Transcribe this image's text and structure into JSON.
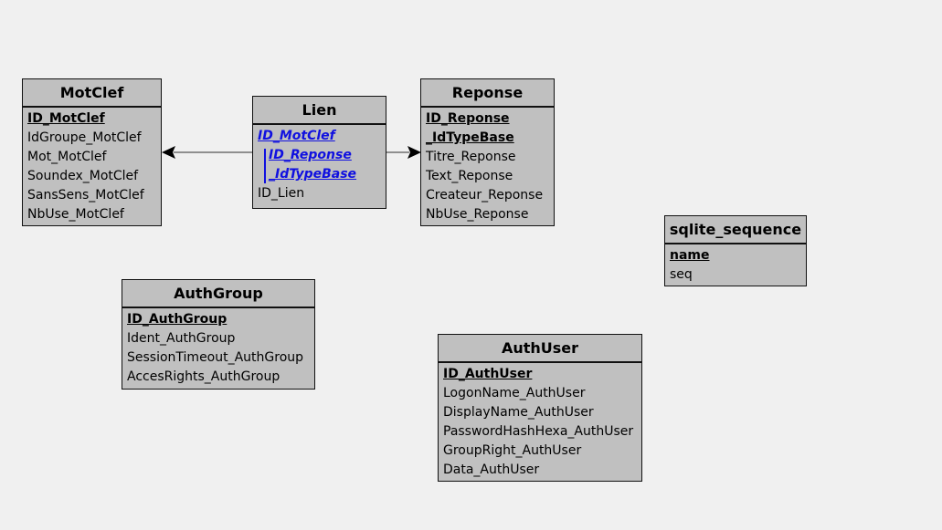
{
  "entities": {
    "motclef": {
      "title": "MotClef",
      "fields": [
        "ID_MotClef",
        "IdGroupe_MotClef",
        "Mot_MotClef",
        "Soundex_MotClef",
        "SansSens_MotClef",
        "NbUse_MotClef"
      ]
    },
    "lien": {
      "title": "Lien",
      "fields": [
        "ID_MotClef",
        "ID_Reponse",
        "_IdTypeBase",
        "ID_Lien"
      ]
    },
    "reponse": {
      "title": "Reponse",
      "fields": [
        "ID_Reponse",
        "_IdTypeBase",
        "Titre_Reponse",
        "Text_Reponse",
        "Createur_Reponse",
        "NbUse_Reponse"
      ]
    },
    "sqlite_sequence": {
      "title": "sqlite_sequence",
      "fields": [
        "name",
        "seq"
      ]
    },
    "authgroup": {
      "title": "AuthGroup",
      "fields": [
        "ID_AuthGroup",
        "Ident_AuthGroup",
        "SessionTimeout_AuthGroup",
        "AccesRights_AuthGroup"
      ]
    },
    "authuser": {
      "title": "AuthUser",
      "fields": [
        "ID_AuthUser",
        "LogonName_AuthUser",
        "DisplayName_AuthUser",
        "PasswordHashHexa_AuthUser",
        "GroupRight_AuthUser",
        "Data_AuthUser"
      ]
    }
  },
  "colors": {
    "background": "#f0f0f0",
    "entity_fill": "#c0c0c0",
    "foreign_key": "#1010e0"
  }
}
